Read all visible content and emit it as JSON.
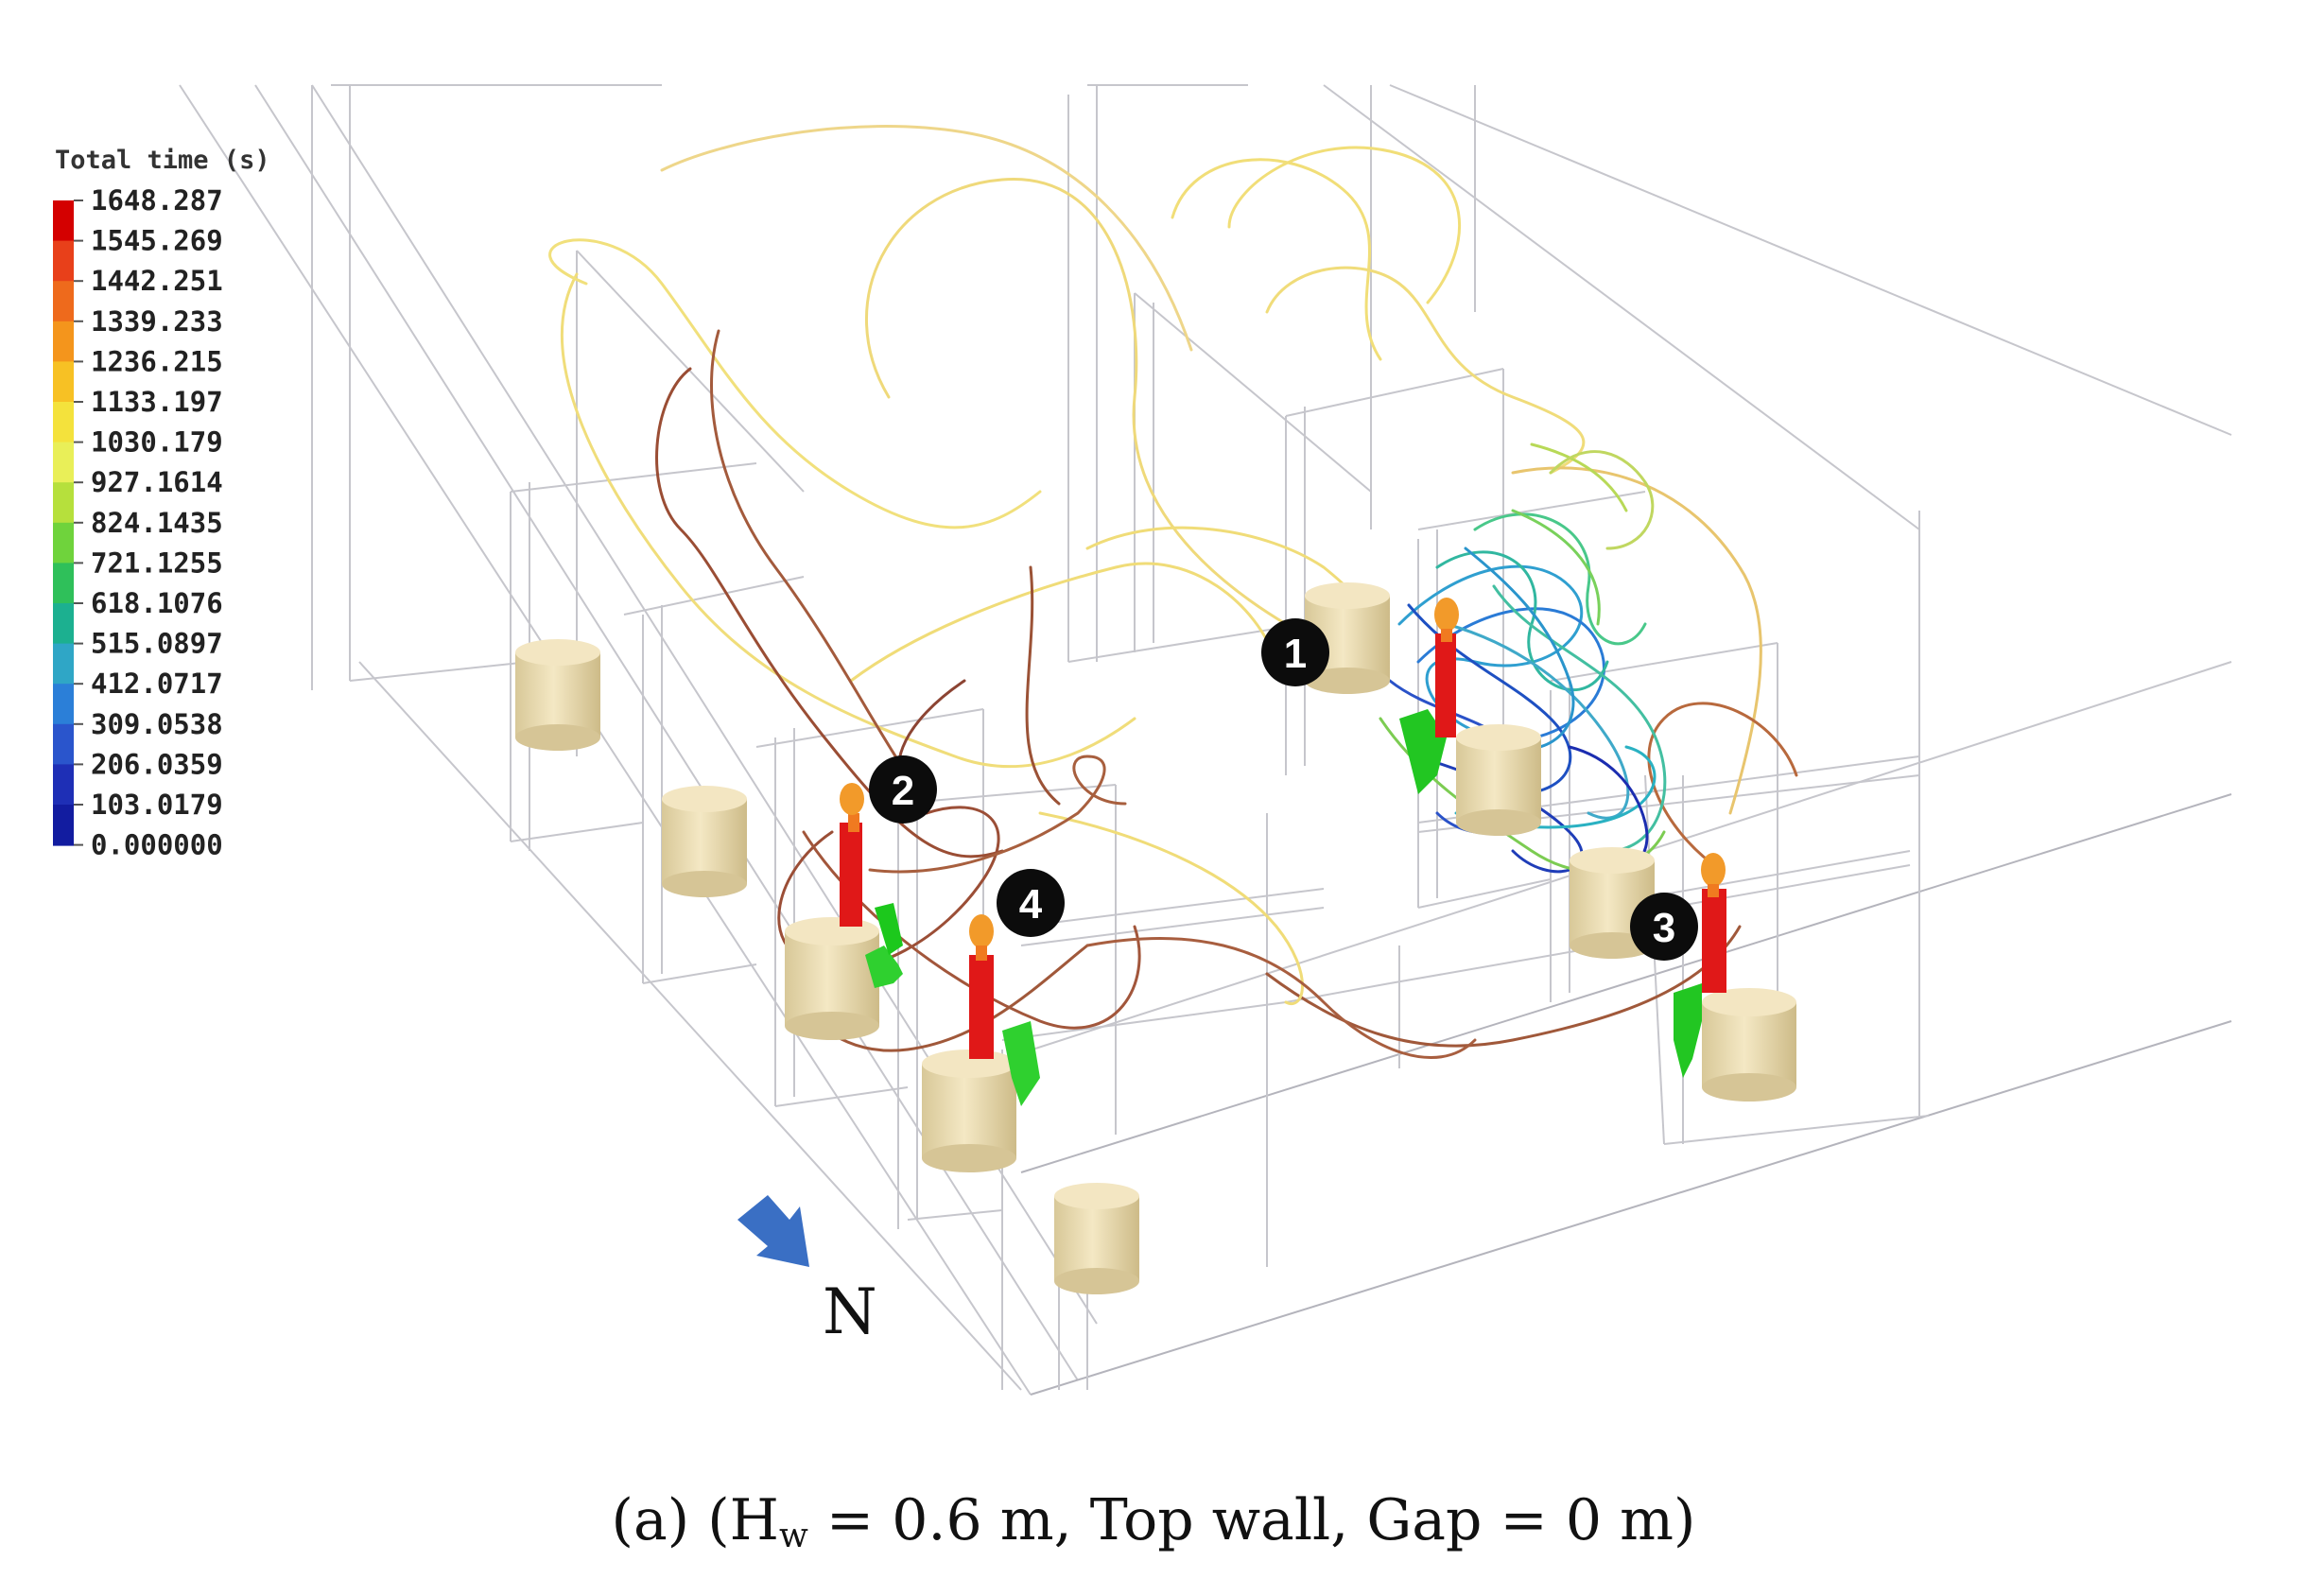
{
  "legend": {
    "title": "Total time (s)",
    "labels": [
      "1648.287",
      "1545.269",
      "1442.251",
      "1339.233",
      "1236.215",
      "1133.197",
      "1030.179",
      "927.1614",
      "824.1435",
      "721.1255",
      "618.1076",
      "515.0897",
      "412.0717",
      "309.0538",
      "206.0359",
      "103.0179",
      "0.000000"
    ],
    "colors": [
      "#d40000",
      "#e8401a",
      "#ee6a1c",
      "#f4951c",
      "#f7c124",
      "#f4e23c",
      "#e9ef58",
      "#b6e03c",
      "#6fd33c",
      "#2fc05a",
      "#1cb090",
      "#2fa6c6",
      "#2b7fd8",
      "#2a55cc",
      "#1e2fb6",
      "#121ca0",
      "#0b0b90"
    ]
  },
  "markers": [
    "1",
    "2",
    "3",
    "4"
  ],
  "compass": {
    "label": "N",
    "arrow_color": "#3a6fc4"
  },
  "caption": {
    "prefix": "(a) (H",
    "subscript": "w",
    "suffix": " = 0.6 m, Top wall, Gap = 0 m)"
  }
}
